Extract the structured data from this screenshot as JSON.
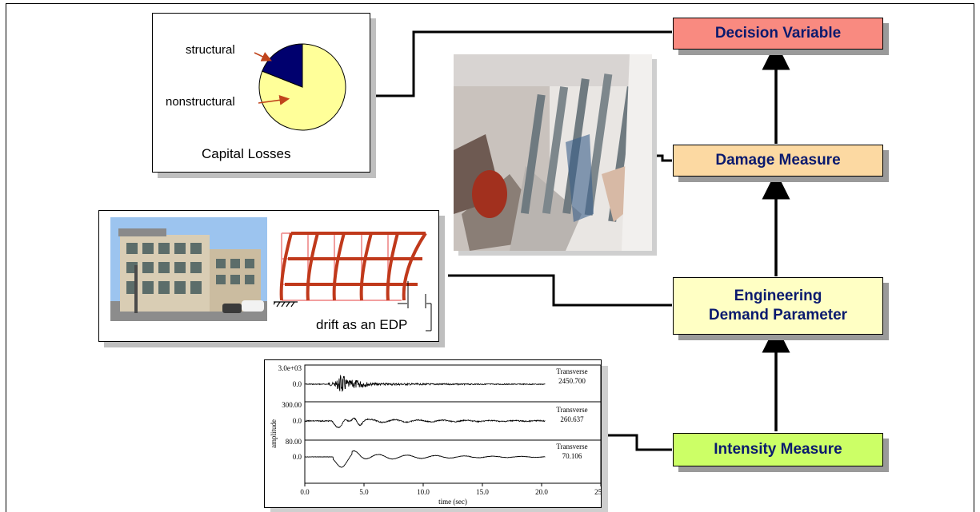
{
  "boxes": {
    "decision_variable": {
      "label": "Decision Variable",
      "color": "#f98a80"
    },
    "damage_measure": {
      "label": "Damage Measure",
      "color": "#fcd9a2"
    },
    "edp": {
      "line1": "Engineering",
      "line2": "Demand Parameter",
      "color": "#ffffc4"
    },
    "intensity_measure": {
      "label": "Intensity Measure",
      "color": "#ccff66"
    }
  },
  "pie": {
    "structural_label": "structural",
    "nonstructural_label": "nonstructural",
    "caption": "Capital Losses",
    "structural_fraction": 0.19,
    "colors": {
      "structural": "#00006e",
      "nonstructural": "#ffff99",
      "arrow": "#c0441c"
    }
  },
  "building_panel": {
    "drift_label": "drift as an EDP",
    "frame_color": "#c0391b",
    "grid_color": "#f2a0a0"
  },
  "seismogram": {
    "ylabel": "amplitude",
    "xlabel": "time (sec)",
    "x_ticks": [
      "0.0",
      "5.0",
      "10.0",
      "15.0",
      "20.0",
      "25.0"
    ],
    "traces": [
      {
        "top_tick": "3.0e+03",
        "zero_tick": "0.0",
        "component": "Transverse",
        "value": "2450.700"
      },
      {
        "top_tick": "300.00",
        "zero_tick": "0.0",
        "component": "Transverse",
        "value": "260.637"
      },
      {
        "top_tick": "80.00",
        "zero_tick": "0.0",
        "component": "Transverse",
        "value": "70.106"
      }
    ]
  }
}
